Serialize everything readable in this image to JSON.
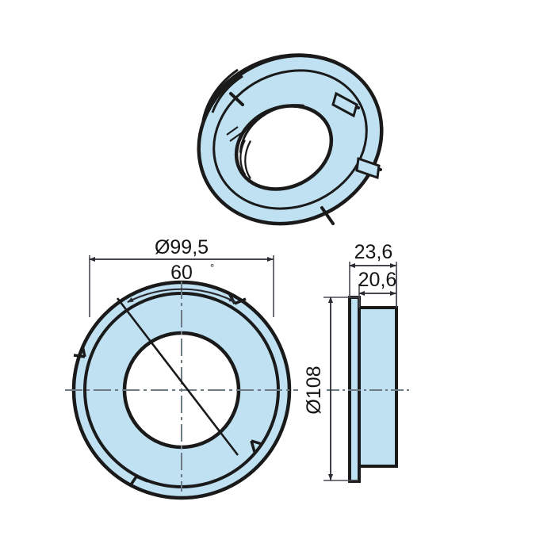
{
  "document": {
    "type": "engineering-drawing",
    "title": "Bearing flange ring dimensioned drawing",
    "background_color": "#ffffff",
    "part_fill_color": "#bfe1f2",
    "outline_color": "#1a1a1a",
    "dimension_line_color": "#4a4a52",
    "centerline_color": "#6d7b85"
  },
  "views": {
    "isometric": {
      "name": "isometric-view",
      "label": "",
      "description": "3D pictorial of flanged ring with radial slots"
    },
    "front": {
      "name": "front-view",
      "label": "",
      "description": "Front circular view showing annulus, bore and notches"
    },
    "side": {
      "name": "side-view",
      "label": "",
      "description": "Side section showing flange lip and body width"
    }
  },
  "dimensions": {
    "outer_diameter": {
      "value": "Ø99,5",
      "number": 99.5,
      "symbol": "Ø",
      "unit": "mm",
      "applies_to": "front-view",
      "orientation": "horizontal"
    },
    "notch_angle": {
      "value": "60",
      "number": 60,
      "symbol": "°",
      "unit": "degrees",
      "applies_to": "front-view",
      "orientation": "arc"
    },
    "overall_width": {
      "value": "23,6",
      "number": 23.6,
      "unit": "mm",
      "applies_to": "side-view",
      "orientation": "horizontal"
    },
    "body_width": {
      "value": "20,6",
      "number": 20.6,
      "unit": "mm",
      "applies_to": "side-view",
      "orientation": "horizontal"
    },
    "flange_diameter": {
      "value": "Ø108",
      "number": 108,
      "symbol": "Ø",
      "unit": "mm",
      "applies_to": "side-view",
      "orientation": "vertical-rotated"
    }
  }
}
